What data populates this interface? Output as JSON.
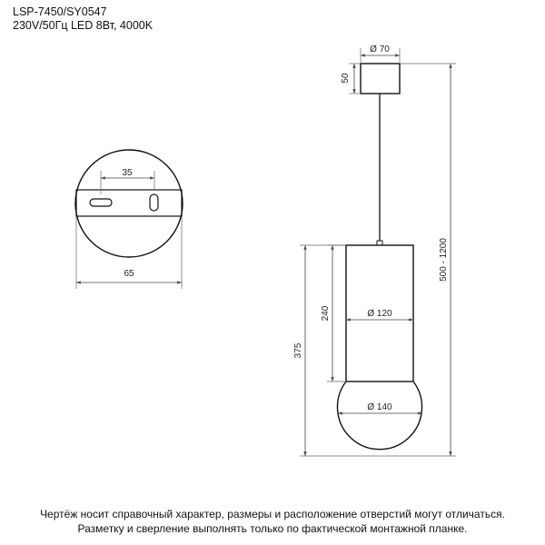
{
  "header": {
    "model": "LSP-7450/SY0547",
    "spec": "230V/50Гц  LED 8Вт, 4000K"
  },
  "mount_view": {
    "slot_spacing": "35",
    "plate_width": "65"
  },
  "side_view": {
    "canopy_diameter": "Ø 70",
    "canopy_height": "50",
    "cylinder_diameter": "Ø 120",
    "cylinder_height": "240",
    "globe_diameter": "Ø 140",
    "body_height": "375",
    "total_height": "500 - 1200"
  },
  "footer": {
    "line1": "Чертёж носит справочный характер, размеры и расположение отверстий могут отличаться.",
    "line2": "Разметку и сверление выполнять только по фактической монтажной планке."
  }
}
